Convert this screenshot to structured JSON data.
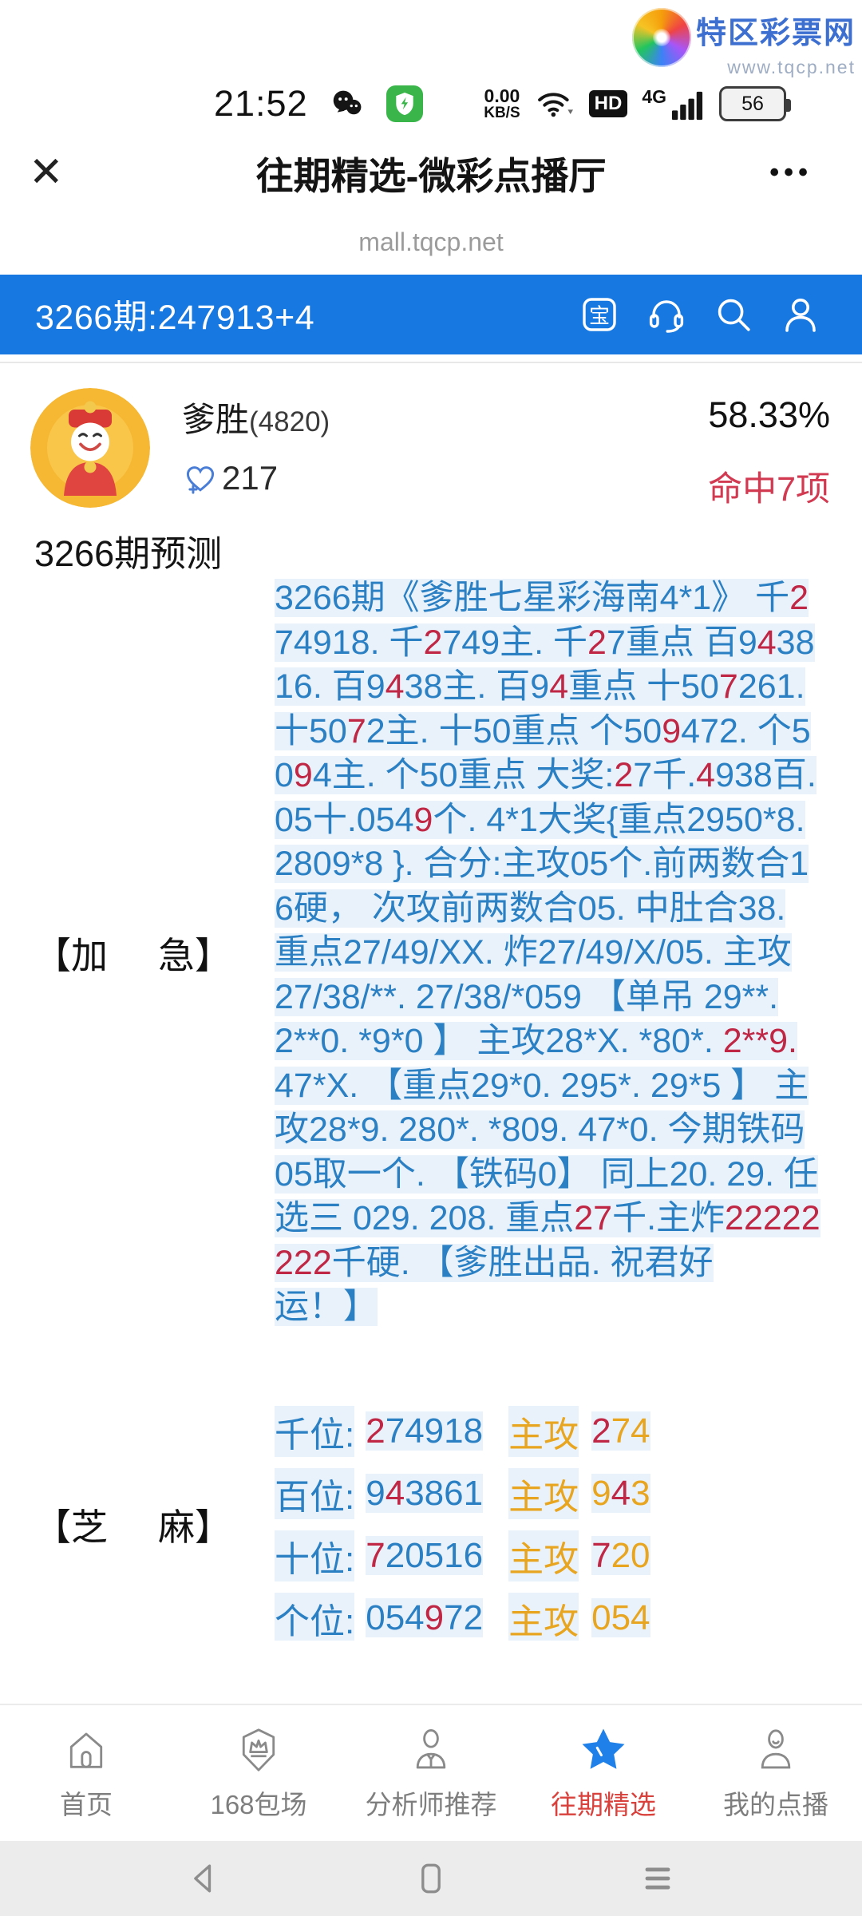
{
  "status_bar": {
    "time": "21:52",
    "net_speed_top": "0.00",
    "net_speed_bottom": "KB/S",
    "hd_badge": "HD",
    "network_type": "4G",
    "battery_level": "56"
  },
  "watermark": {
    "site_name": "特区彩票网",
    "site_url": "www.tqcp.net"
  },
  "title_bar": {
    "close_glyph": "✕",
    "title": "往期精选-微彩点播厅",
    "more_glyph": "•••",
    "subtitle": "mall.tqcp.net"
  },
  "blue_bar": {
    "issue_text": "3266期:247913+4",
    "treasure_glyph": "宝"
  },
  "user_card": {
    "name": "爹胜",
    "user_id": "(4820)",
    "like_count": "217",
    "hit_rate": "58.33%",
    "hit_label": "命中7项"
  },
  "predict_heading": "3266期预测",
  "urgent": {
    "label_open": "【加",
    "label_close": "急】",
    "lines": [
      [
        {
          "t": "3266期《爹胜七星彩海南4*1》 千",
          "c": "b"
        },
        {
          "t": "2",
          "c": "r"
        }
      ],
      [
        {
          "t": "74918. 千",
          "c": "b"
        },
        {
          "t": "2",
          "c": "r"
        },
        {
          "t": "749主. 千",
          "c": "b"
        },
        {
          "t": "2",
          "c": "r"
        },
        {
          "t": "7重点 百9",
          "c": "b"
        },
        {
          "t": "4",
          "c": "r"
        },
        {
          "t": "38",
          "c": "b"
        }
      ],
      [
        {
          "t": "16. 百9",
          "c": "b"
        },
        {
          "t": "4",
          "c": "r"
        },
        {
          "t": "38主. 百9",
          "c": "b"
        },
        {
          "t": "4",
          "c": "r"
        },
        {
          "t": "重点 十50",
          "c": "b"
        },
        {
          "t": "7",
          "c": "r"
        },
        {
          "t": "261.",
          "c": "b"
        }
      ],
      [
        {
          "t": "十50",
          "c": "b"
        },
        {
          "t": "7",
          "c": "r"
        },
        {
          "t": "2主. 十50重点 个50",
          "c": "b"
        },
        {
          "t": "9",
          "c": "r"
        },
        {
          "t": "472. 个5",
          "c": "b"
        }
      ],
      [
        {
          "t": "0",
          "c": "b"
        },
        {
          "t": "9",
          "c": "r"
        },
        {
          "t": "4主. 个50重点 大奖:",
          "c": "b"
        },
        {
          "t": "2",
          "c": "r"
        },
        {
          "t": "7千.",
          "c": "b"
        },
        {
          "t": "4",
          "c": "r"
        },
        {
          "t": "938百.",
          "c": "b"
        }
      ],
      [
        {
          "t": "05十.054",
          "c": "b"
        },
        {
          "t": "9",
          "c": "r"
        },
        {
          "t": "个. 4*1大奖{重点2950*8.",
          "c": "b"
        }
      ],
      [
        {
          "t": "2809*8 }. 合分:主攻05个.前两数合1",
          "c": "b"
        }
      ],
      [
        {
          "t": "6硬， 次攻前两数合05. 中肚合38.",
          "c": "b"
        }
      ],
      [
        {
          "t": "重点27/49/XX. 炸27/49/X/05. 主攻",
          "c": "b"
        }
      ],
      [
        {
          "t": "27/38/**. 27/38/*059 【单吊 29**.",
          "c": "b"
        }
      ],
      [
        {
          "t": "2**0. *9*0 】 主攻28*X. *80*. ",
          "c": "b"
        },
        {
          "t": "2**9.",
          "c": "r"
        }
      ],
      [
        {
          "t": "47*X. 【重点29*0. 295*. 29*5 】 主",
          "c": "b"
        }
      ],
      [
        {
          "t": "攻28*9. 280*. *809. 47*0. 今期铁码",
          "c": "b"
        }
      ],
      [
        {
          "t": "05取一个. 【铁码0】 同上20. 29. 任",
          "c": "b"
        }
      ],
      [
        {
          "t": "选三 029. 208. 重点",
          "c": "b"
        },
        {
          "t": "27",
          "c": "r"
        },
        {
          "t": "千.主炸",
          "c": "b"
        },
        {
          "t": "22222",
          "c": "r"
        }
      ],
      [
        {
          "t": "222",
          "c": "r"
        },
        {
          "t": "千硬. 【爹胜出品. 祝君好",
          "c": "b"
        }
      ],
      [
        {
          "t": "运！】",
          "c": "b"
        }
      ]
    ]
  },
  "sesame": {
    "label_open": "【芝",
    "label_close": "麻】",
    "attack_label": "主攻",
    "rows": [
      {
        "pos": "千位:",
        "value": [
          {
            "t": "2",
            "c": "r"
          },
          {
            "t": "74918",
            "c": "b"
          }
        ],
        "attack": [
          {
            "t": "2",
            "c": "r"
          },
          {
            "t": "74",
            "c": "o"
          }
        ]
      },
      {
        "pos": "百位:",
        "value": [
          {
            "t": "9",
            "c": "b"
          },
          {
            "t": "4",
            "c": "r"
          },
          {
            "t": "3861",
            "c": "b"
          }
        ],
        "attack": [
          {
            "t": "9",
            "c": "o"
          },
          {
            "t": "4",
            "c": "r"
          },
          {
            "t": "3",
            "c": "o"
          }
        ]
      },
      {
        "pos": "十位:",
        "value": [
          {
            "t": "7",
            "c": "r"
          },
          {
            "t": "20516",
            "c": "b"
          }
        ],
        "attack": [
          {
            "t": "7",
            "c": "r"
          },
          {
            "t": "20",
            "c": "o"
          }
        ]
      },
      {
        "pos": "个位:",
        "value": [
          {
            "t": "054",
            "c": "b"
          },
          {
            "t": "9",
            "c": "r"
          },
          {
            "t": "72",
            "c": "b"
          }
        ],
        "attack": [
          {
            "t": "054",
            "c": "o"
          }
        ]
      }
    ]
  },
  "tab_bar": {
    "items": [
      {
        "label": "首页",
        "icon": "home-icon",
        "active": false
      },
      {
        "label": "168包场",
        "icon": "crown-badge-icon",
        "active": false
      },
      {
        "label": "分析师推荐",
        "icon": "analyst-icon",
        "active": false
      },
      {
        "label": "往期精选",
        "icon": "star-icon",
        "active": true
      },
      {
        "label": "我的点播",
        "icon": "profile-icon",
        "active": false
      }
    ]
  },
  "colors": {
    "accent_blue": "#1678e0",
    "text_blue": "#2b80c4",
    "text_red": "#bf2745",
    "gold": "#e8a51f",
    "hit_red": "#d23a52",
    "tab_active_red": "#d8413c",
    "star_blue": "#1e80e8"
  }
}
